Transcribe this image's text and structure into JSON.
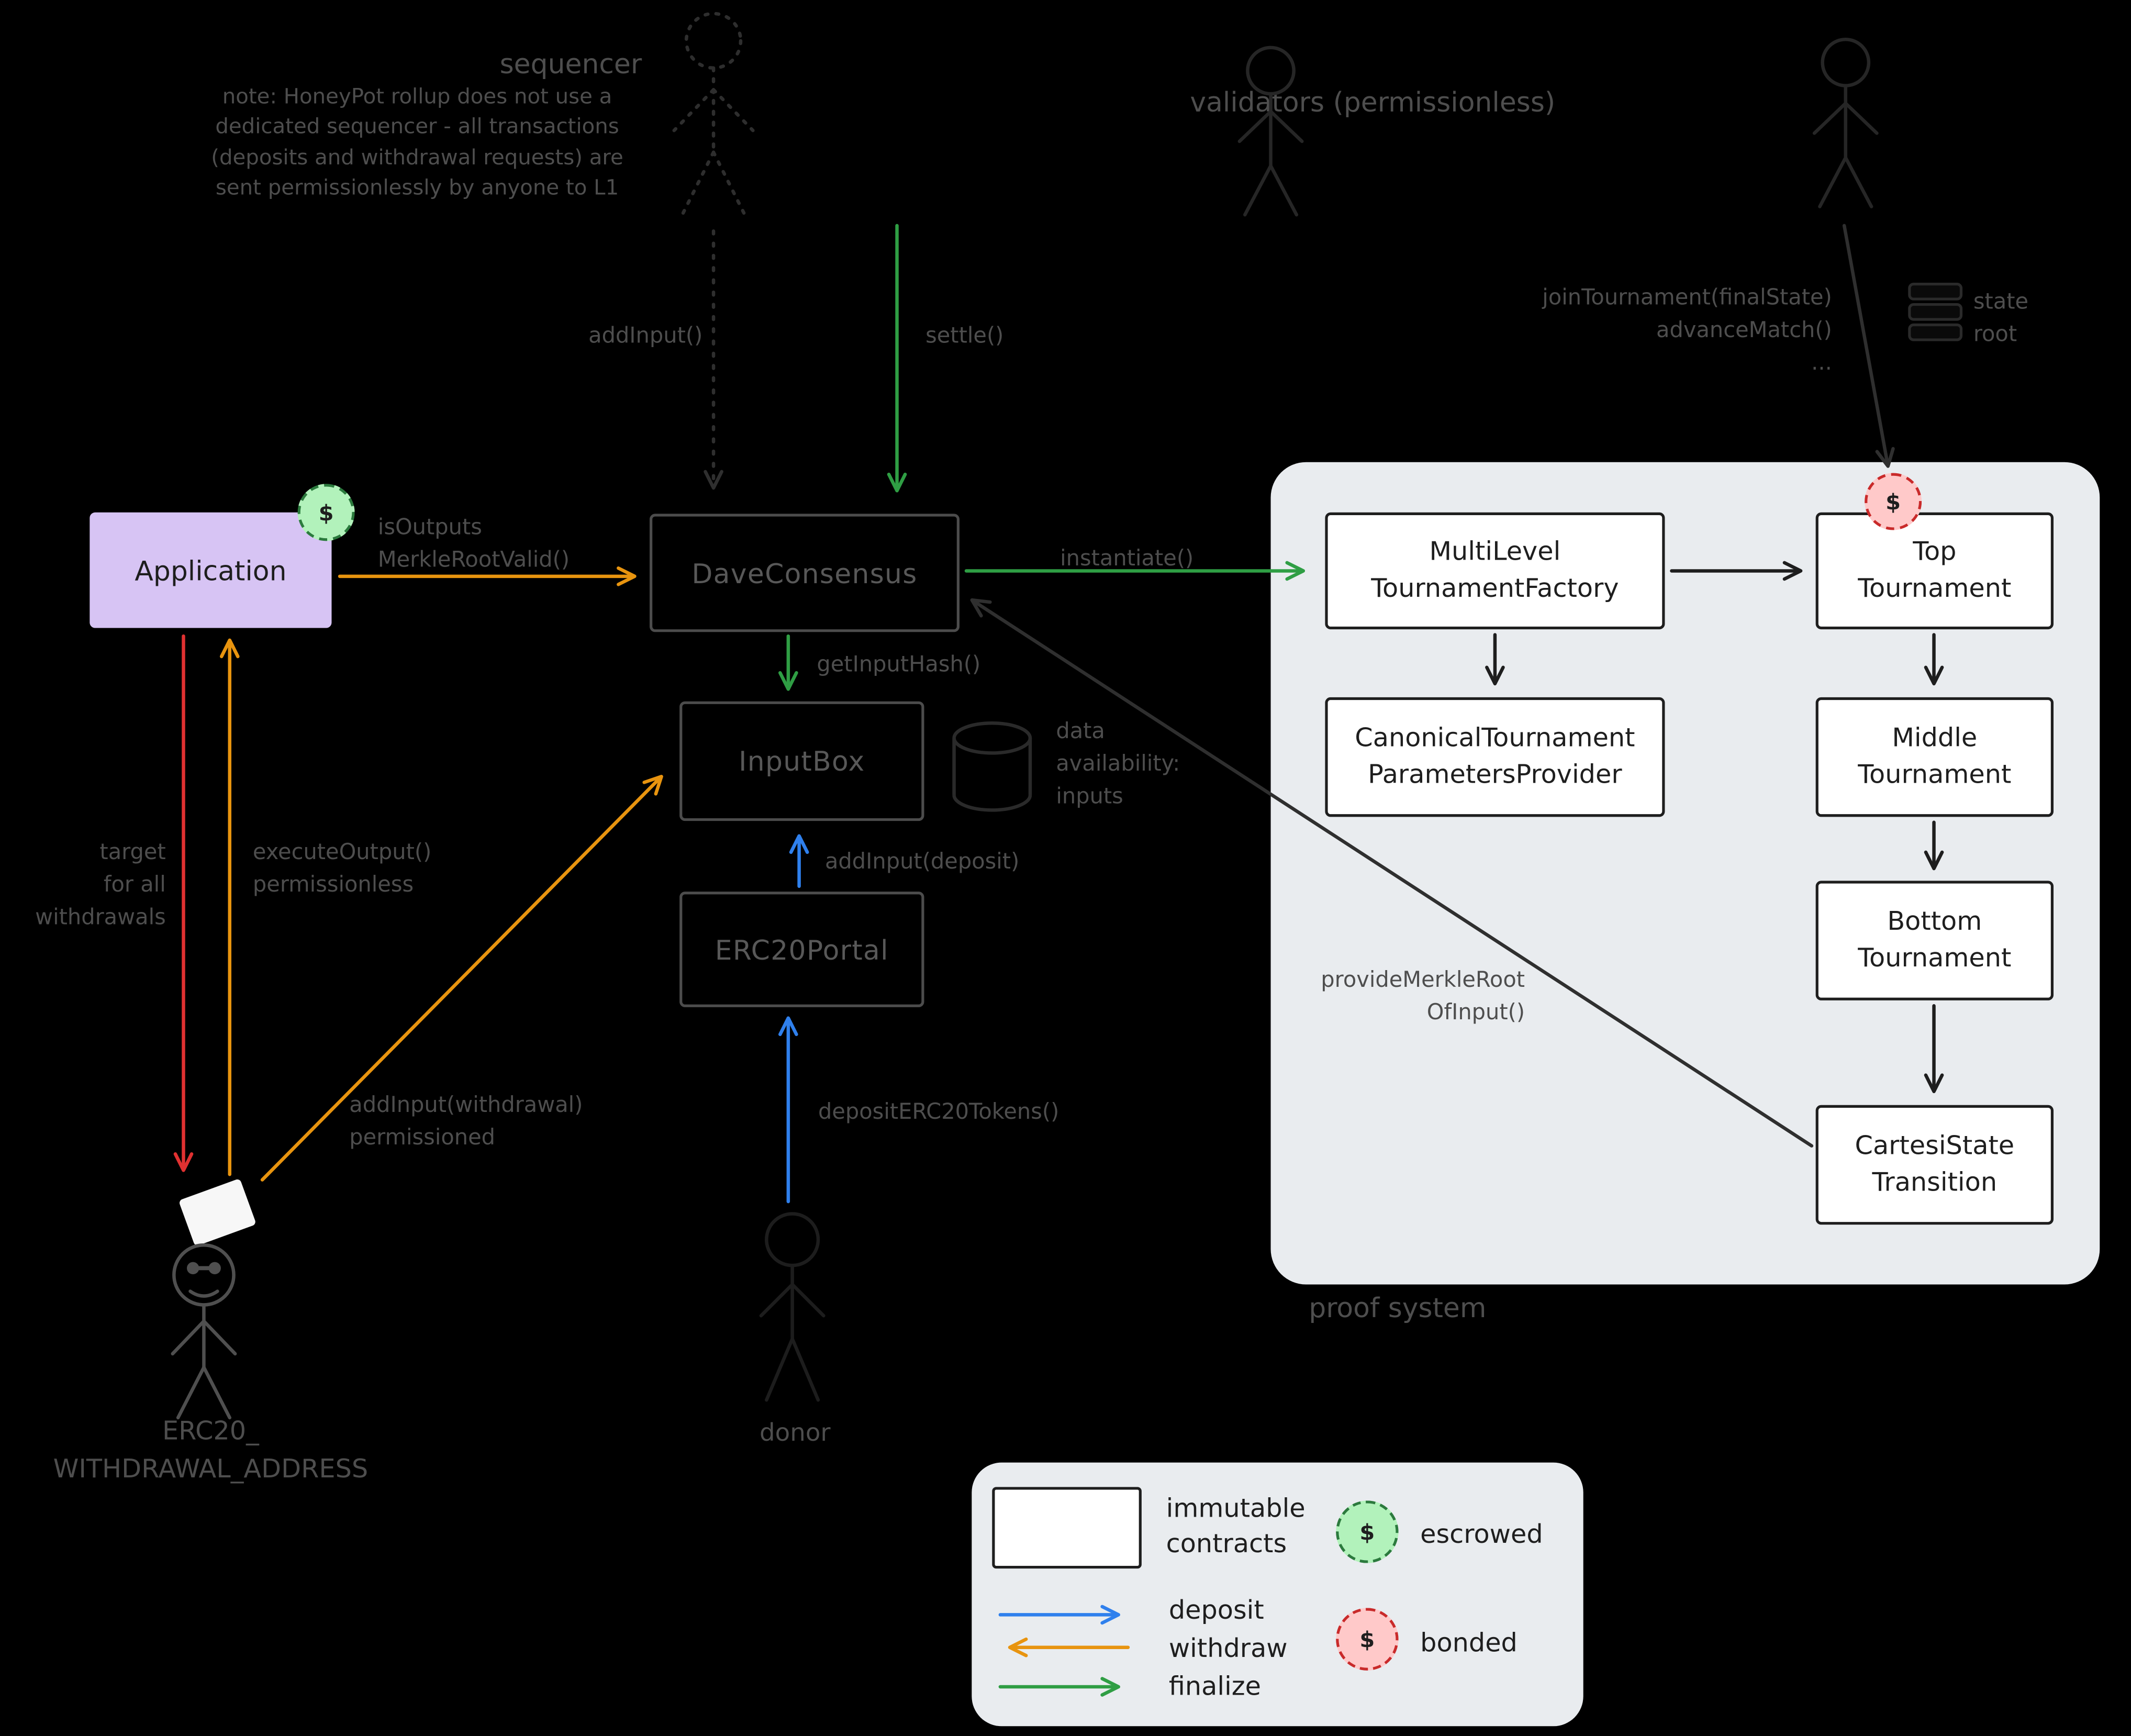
{
  "colors": {
    "background": "#000000",
    "muted_label": "#4e4e4e",
    "green": "#2f9e44",
    "orange": "#e8940f",
    "blue": "#2f80ed",
    "red": "#e03131",
    "application_fill": "#d7c4f4",
    "escrowed_fill": "#b2f2bb",
    "bonded_fill": "#ffc9c9",
    "panel_fill": "#e9ecef"
  },
  "sequencer": {
    "title": "sequencer",
    "note": [
      "note: HoneyPot rollup does not use a",
      "dedicated sequencer - all transactions",
      "(deposits and withdrawal requests) are",
      "sent permissionlessly by anyone to L1"
    ]
  },
  "validators": {
    "title": "validators (permissionless)",
    "calls": [
      "joinTournament(finalState)",
      "advanceMatch()",
      "..."
    ],
    "state_root": [
      "state",
      "root"
    ]
  },
  "arrows": {
    "add_input": "addInput()",
    "settle": "settle()",
    "is_outputs": [
      "isOutputs",
      "MerkleRootValid()"
    ],
    "instantiate": "instantiate()",
    "get_input_hash": "getInputHash()",
    "add_input_deposit": "addInput(deposit)",
    "deposit_erc20": "depositERC20Tokens()",
    "target": [
      "target",
      "for all",
      "withdrawals"
    ],
    "execute_output": [
      "executeOutput()",
      "permissionless"
    ],
    "add_input_withdrawal": [
      "addInput(withdrawal)",
      "permissioned"
    ],
    "provide_merkle": [
      "provideMerkleRoot",
      "OfInput()"
    ]
  },
  "boxes": {
    "application": "Application",
    "dave_consensus": "DaveConsensus",
    "input_box": "InputBox",
    "erc20_portal": "ERC20Portal",
    "multilevel_factory": [
      "MultiLevel",
      "TournamentFactory"
    ],
    "top_tournament": [
      "Top",
      "Tournament"
    ],
    "canonical_provider": [
      "CanonicalTournament",
      "ParametersProvider"
    ],
    "middle_tournament": [
      "Middle",
      "Tournament"
    ],
    "bottom_tournament": [
      "Bottom",
      "Tournament"
    ],
    "cartesi_transition": [
      "CartesiState",
      "Transition"
    ]
  },
  "misc": {
    "data_availability": [
      "data",
      "availability:",
      "inputs"
    ],
    "donor": "donor",
    "withdrawal_address": [
      "ERC20_",
      "WITHDRAWAL_ADDRESS"
    ],
    "proof_system": "proof system",
    "dollar": "$"
  },
  "legend": {
    "immutable": [
      "immutable",
      "contracts"
    ],
    "deposit": "deposit",
    "withdraw": "withdraw",
    "finalize": "finalize",
    "escrowed": "escrowed",
    "bonded": "bonded"
  }
}
